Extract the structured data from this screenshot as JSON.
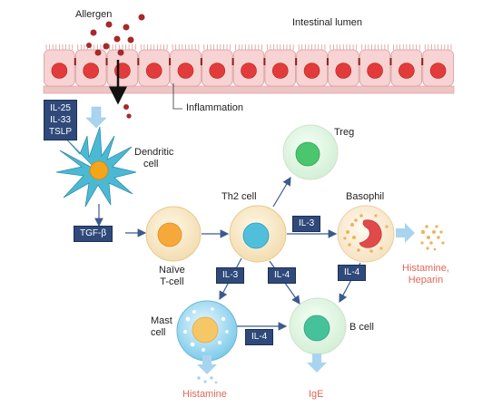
{
  "labels": {
    "allergen": "Allergen",
    "lumen": "Intestinal lumen",
    "inflammation": "Inflammation",
    "dendritic": [
      "Dendritic",
      "cell"
    ],
    "naive": [
      "Naïve",
      "T-cell"
    ],
    "th2": "Th2 cell",
    "treg": "Treg",
    "basophil": "Basophil",
    "mast": [
      "Mast",
      "cell"
    ],
    "bcell": "B cell",
    "histamine_heparin": [
      "Histamine,",
      "Heparin"
    ],
    "histamine": "Histamine",
    "ige": "IgE"
  },
  "cytokines": {
    "alarmins": [
      "IL-25",
      "IL-33",
      "TSLP"
    ],
    "tgf": "TGF-β",
    "il3_basophil": "IL-3",
    "il3_mast": "IL-3",
    "il4_th2_b": "IL-4",
    "il4_basophil_b": "IL-4",
    "il4_mast_b": "IL-4"
  },
  "colors": {
    "epithelium": "#f7d3d3",
    "nucleus": "#e23b3b",
    "arrow": "#3b5a8f",
    "cytokine_box": "#2f4a7a",
    "output_text": "#e0675a",
    "release_arrow": "#a9d4f0"
  }
}
